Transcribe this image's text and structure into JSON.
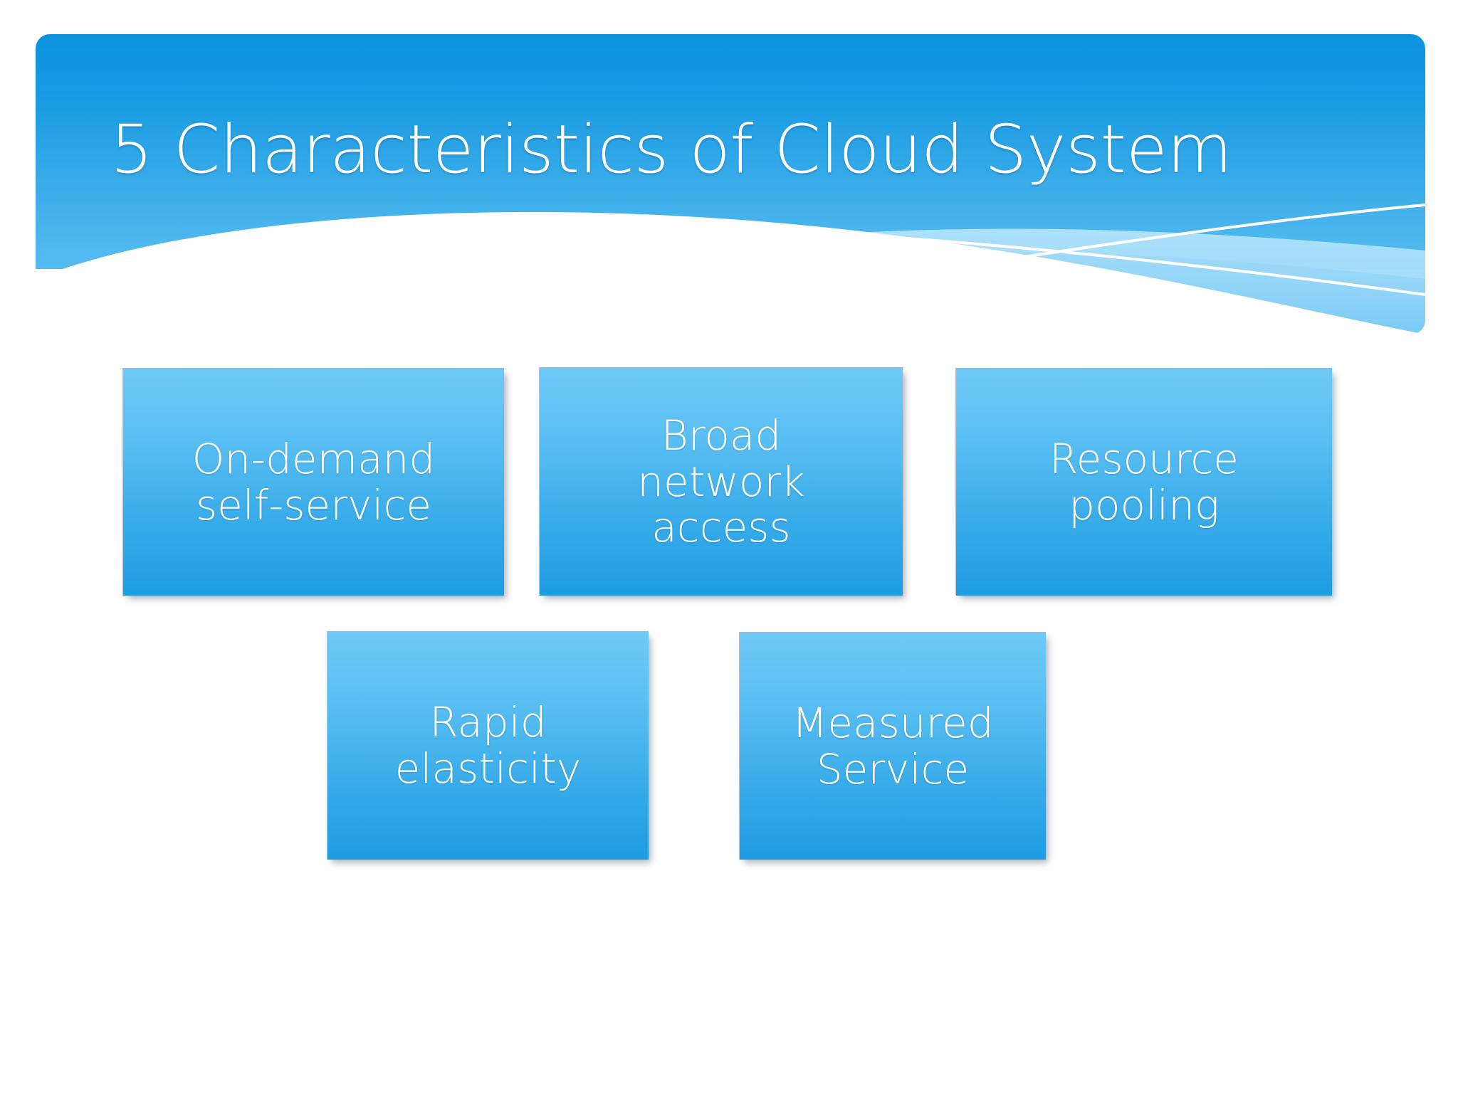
{
  "slide": {
    "title": "5 Characteristics of Cloud System",
    "background_color": "#ffffff",
    "theme": {
      "banner_gradient_top": "#0c93dd",
      "banner_gradient_bottom": "#56bcf0",
      "box_gradient_top": "#6ec9f6",
      "box_gradient_bottom": "#1d9ce4",
      "text_color": "#ffffff",
      "wave_accent": "#8ed4f7"
    }
  },
  "diagram": {
    "rows": [
      {
        "boxes": [
          {
            "id": "on-demand",
            "label": "On-demand\nself-service"
          },
          {
            "id": "broad-network",
            "label": "Broad\nnetwork\naccess"
          },
          {
            "id": "resource-pooling",
            "label": "Resource\npooling"
          }
        ]
      },
      {
        "boxes": [
          {
            "id": "rapid-elasticity",
            "label": "Rapid\nelasticity"
          },
          {
            "id": "measured-service",
            "label": "Measured\nService"
          }
        ]
      }
    ]
  },
  "decor": {
    "wave_name": "wave-swoosh-decoration",
    "crossing_lines_count": 2
  }
}
